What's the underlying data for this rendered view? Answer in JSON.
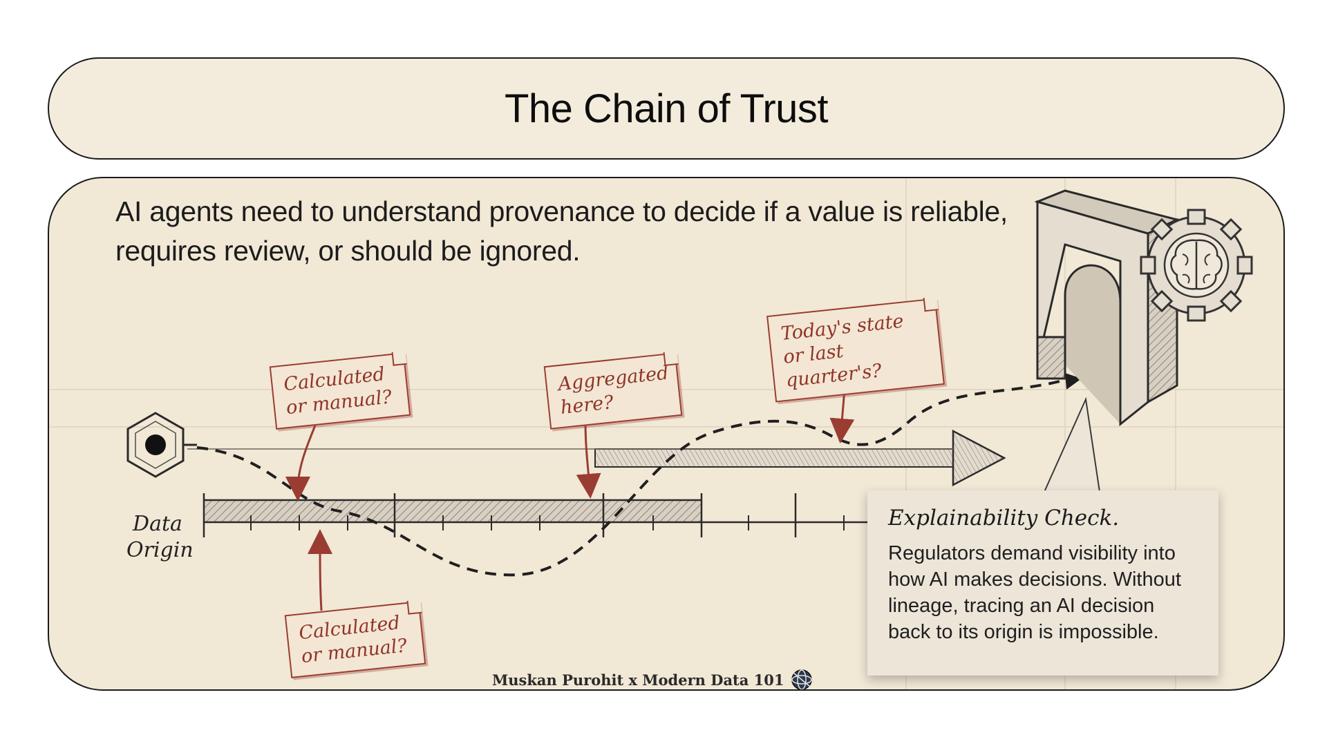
{
  "title": "The Chain of Trust",
  "intro": "AI agents need to understand provenance to decide if a value is reliable, requires review, or should be ignored.",
  "origin_label": "Data Origin",
  "callouts": [
    "Calculated or manual?",
    "Calculated or manual?",
    "Aggregated here?",
    "Today's state or last quarter's?"
  ],
  "explain": {
    "title": "Explainability Check.",
    "body": "Regulators demand visibility into how AI makes decisions. Without lineage, tracing an AI decision back to its origin is impossible."
  },
  "credit": "Muskan Purohit x Modern Data 101",
  "colors": {
    "background": "#f1e8d6",
    "accent": "#9a3c32",
    "ink": "#1c1c1c"
  },
  "icons": [
    "hexagon-origin-icon",
    "archway-icon",
    "brain-gear-icon",
    "globe-logo-icon"
  ]
}
